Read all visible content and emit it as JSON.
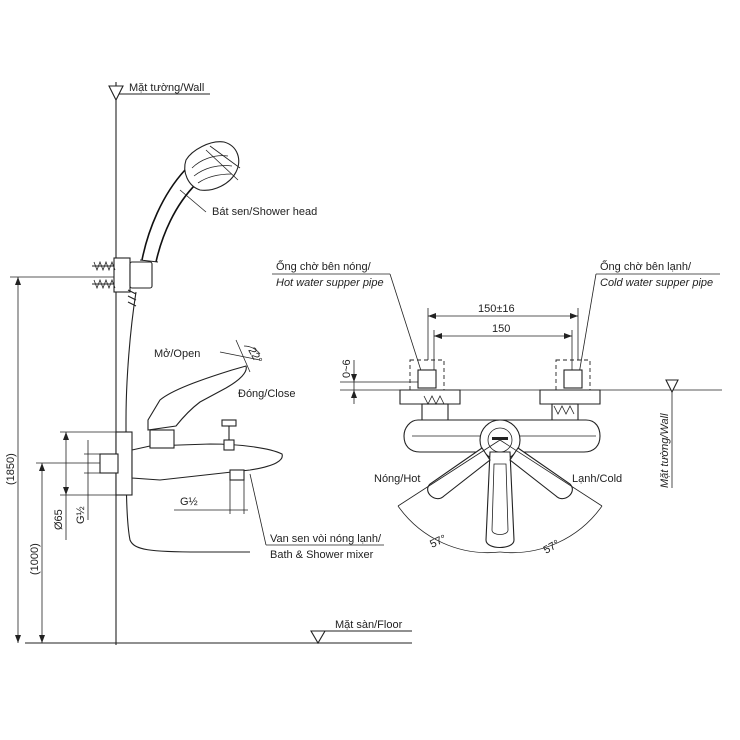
{
  "labels": {
    "wall_top": "Mặt tường/Wall",
    "shower_head": "Bát sen/Shower head",
    "open": "Mở/Open",
    "close": "Đóng/Close",
    "angle_22": "22°",
    "g_half_1": "G½",
    "g_half_2": "G½",
    "dia_65": "Ø65",
    "dim_1850": "(1850)",
    "dim_1000": "(1000)",
    "mixer_vn": "Van sen vòi nóng lạnh/",
    "mixer_en": "Bath & Shower mixer",
    "floor": "Mặt sàn/Floor",
    "hot_pipe_vn": "Ống chờ bên nóng/",
    "hot_pipe_en": "Hot water supper pipe",
    "cold_pipe_vn": "Ống chờ bên lạnh/",
    "cold_pipe_en": "Cold water supper pipe",
    "dim_150_16": "150±16",
    "dim_150": "150",
    "dim_0_6": "0~6",
    "hot": "Nóng/Hot",
    "cold": "Lạnh/Cold",
    "angle_left": "57°",
    "angle_right": "57°",
    "wall_right": "Mặt tường/Wall"
  }
}
